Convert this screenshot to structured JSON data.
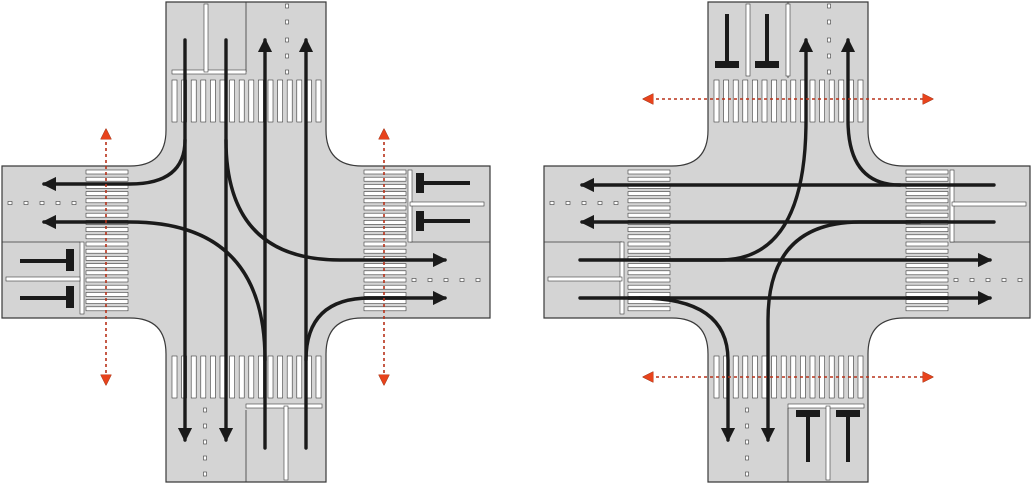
{
  "figure": {
    "background_color": "#ffffff",
    "road_color": "#d4d4d4",
    "road_edge_color": "#3a3a3a",
    "marking_color": "#ffffff",
    "vehicle_arrow_color": "#1a1a1a",
    "pedestrian_arrow_color": "#e8431c",
    "pedestrian_dot_color": "#b8321a"
  },
  "diagrams": [
    {
      "name": "north-south-phase",
      "vehicle_movements": [
        "through-north",
        "through-south",
        "left-turn-east",
        "right-turn-east",
        "left-turn-west",
        "right-turn-west"
      ],
      "pedestrian_crossings": [
        "west-leg",
        "east-leg"
      ]
    },
    {
      "name": "east-west-phase",
      "vehicle_movements": [
        "through-east",
        "through-west",
        "left-turn-north",
        "right-turn-north",
        "left-turn-south",
        "right-turn-south"
      ],
      "pedestrian_crossings": [
        "north-leg",
        "south-leg"
      ]
    }
  ]
}
